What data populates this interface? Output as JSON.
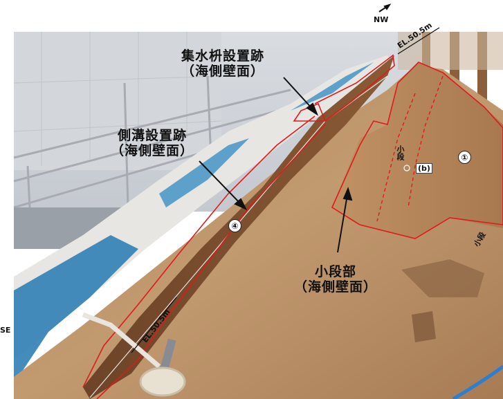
{
  "labels": {
    "north_dir": "NW",
    "south_dir": "SE",
    "el_upper": "EL.50.5m",
    "el_lower": "EL.50.5m",
    "basin_line1": "集水枡設置跡",
    "basin_line2": "（海側壁面）",
    "ditch_line1": "側溝設置跡",
    "ditch_line2": "（海側壁面）",
    "step_line1": "小段部",
    "step_line2": "（海側壁面）",
    "marker_1": "①",
    "marker_4": "④",
    "marker_b": "(b)",
    "kodan_upper": "小段",
    "kodan_right": "小段"
  },
  "colors": {
    "outline": "#e01a1a",
    "tarp": "#2f7fb5",
    "soil": "#b98a5f"
  }
}
